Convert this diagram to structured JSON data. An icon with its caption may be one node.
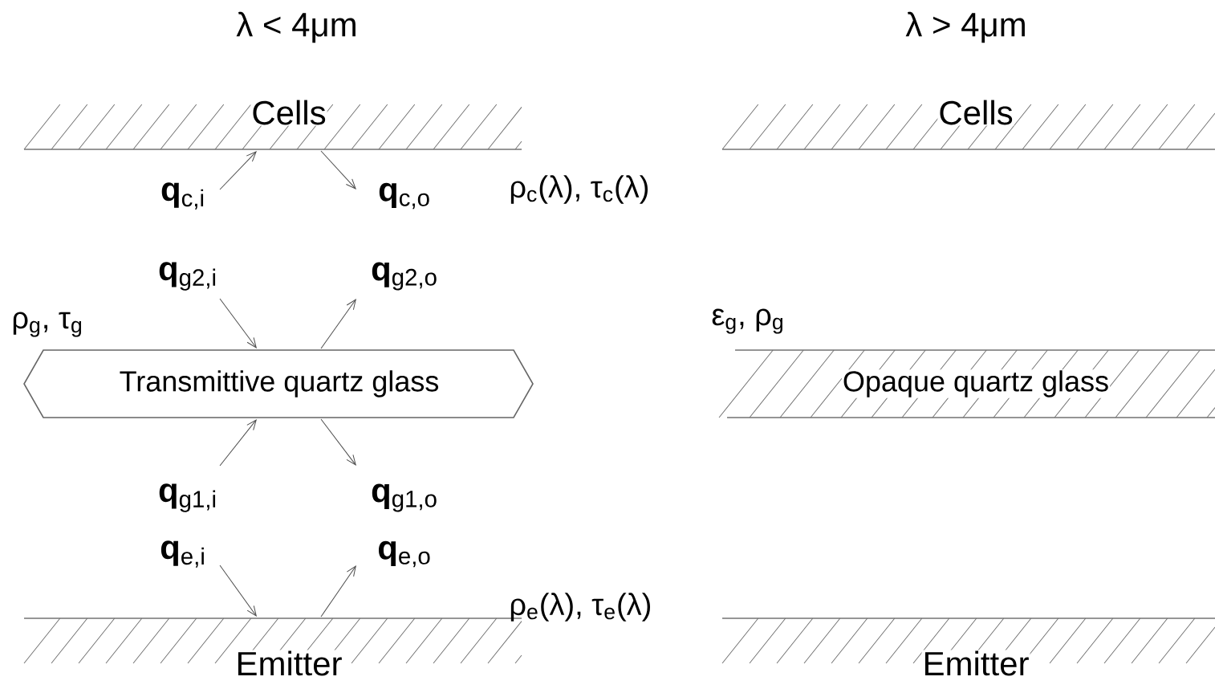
{
  "diagram": {
    "nodes": [
      {
        "text": [
          "Cells"
        ]
      },
      {
        "text": [
          "Transmittive quartz glass"
        ]
      },
      {
        "text": [
          "Emitter"
        ]
      },
      {
        "text": [
          "Cells"
        ]
      },
      {
        "text": [
          "Opaque quartz glass"
        ]
      },
      {
        "text": [
          "Emitter"
        ]
      }
    ],
    "labels": [
      "λ < 4μm",
      "λ > 4μm",
      "**q**$_{c,i}$",
      "**q**$_{c,o}$",
      "ρ$_{c}$(λ), τ$_{c}$(λ)",
      "**q**$_{g2,i}$",
      "**q**$_{g2,o}$",
      "ρ$_{g}$, τ$_{g}$",
      "ε$_{g}$, ρ$_{g}$",
      "**q**$_{g1,i}$",
      "**q**$_{g1,o}$",
      "**q**$_{e,i}$",
      "**q**$_{e,o}$",
      "ρ$_{e}$(λ), τ$_{e}$(λ)"
    ]
  }
}
